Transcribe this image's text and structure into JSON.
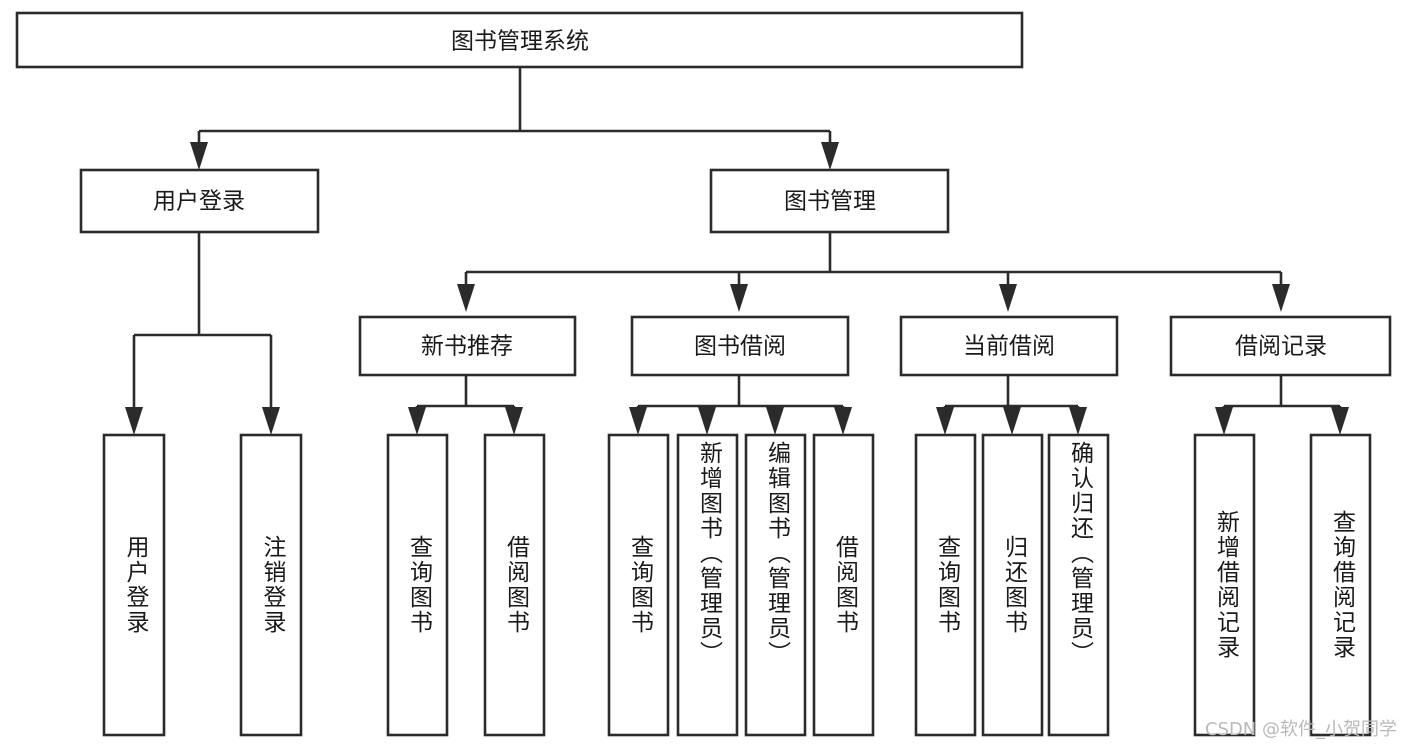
{
  "diagram": {
    "type": "tree-hierarchy-chart",
    "title": "图书管理系统",
    "root": {
      "id": "root",
      "label": "图书管理系统"
    },
    "level2": [
      {
        "id": "user-login",
        "label": "用户登录"
      },
      {
        "id": "book-management",
        "label": "图书管理"
      }
    ],
    "level3": [
      {
        "id": "new-book-recommend",
        "label": "新书推荐",
        "parent": "book-management"
      },
      {
        "id": "book-borrow",
        "label": "图书借阅",
        "parent": "book-management"
      },
      {
        "id": "current-borrow",
        "label": "当前借阅",
        "parent": "book-management"
      },
      {
        "id": "borrow-record",
        "label": "借阅记录",
        "parent": "book-management"
      }
    ],
    "leaves": {
      "user-login": [
        {
          "id": "leaf-user-login",
          "label": "用户登录"
        },
        {
          "id": "leaf-user-logout",
          "label": "注销登录"
        }
      ],
      "new-book-recommend": [
        {
          "id": "leaf-query-book-1",
          "label": "查询图书"
        },
        {
          "id": "leaf-borrow-book-1",
          "label": "借阅图书"
        }
      ],
      "book-borrow": [
        {
          "id": "leaf-query-book-2",
          "label": "查询图书"
        },
        {
          "id": "leaf-add-book",
          "label": "新增图书（管理员）"
        },
        {
          "id": "leaf-edit-book",
          "label": "编辑图书（管理员）"
        },
        {
          "id": "leaf-borrow-book-2",
          "label": "借阅图书"
        }
      ],
      "current-borrow": [
        {
          "id": "leaf-query-book-3",
          "label": "查询图书"
        },
        {
          "id": "leaf-return-book",
          "label": "归还图书"
        },
        {
          "id": "leaf-confirm-return",
          "label": "确认归还（管理员）"
        }
      ],
      "borrow-record": [
        {
          "id": "leaf-add-record",
          "label": "新增借阅记录"
        },
        {
          "id": "leaf-query-record",
          "label": "查询借阅记录"
        }
      ]
    }
  },
  "watermark": {
    "text": "CSDN @软件_小贺同学"
  },
  "colors": {
    "stroke": "#2b2b2b",
    "box_fill": "#ffffff",
    "text": "#1a1a1a",
    "watermark": "#b9b9b9",
    "background": "#ffffff"
  }
}
